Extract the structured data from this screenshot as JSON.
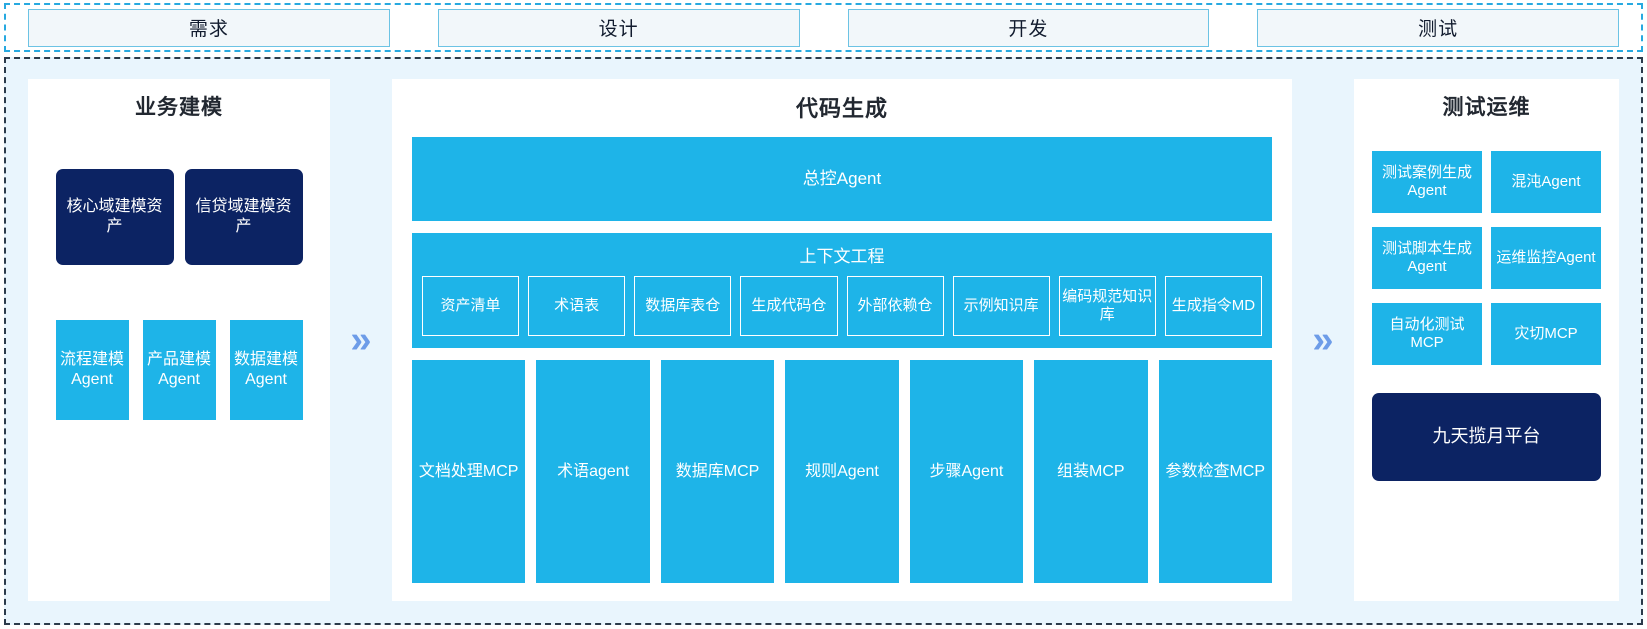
{
  "stages": {
    "tabs": [
      {
        "label": "需求"
      },
      {
        "label": "设计"
      },
      {
        "label": "开发"
      },
      {
        "label": "测试"
      }
    ]
  },
  "colors": {
    "cyan": "#1EB4E8",
    "navy": "#0C2363",
    "chevron": "#6D9CE8",
    "region_bg": "#E9F5FD",
    "tab_bg": "#F2F7FA",
    "tab_border": "#6CC3E4"
  },
  "chevrons": {
    "left_to_mid": "»",
    "mid_to_right": "»"
  },
  "business_modeling": {
    "title": "业务建模",
    "assets": [
      {
        "label": "核心域建模资产"
      },
      {
        "label": "信贷域建模资产"
      }
    ],
    "agents": [
      {
        "label": "流程建模Agent"
      },
      {
        "label": "产品建模Agent"
      },
      {
        "label": "数据建模Agent"
      }
    ]
  },
  "code_generation": {
    "title": "代码生成",
    "master_agent": "总控Agent",
    "context_engineering": {
      "title": "上下文工程",
      "items": [
        {
          "label": "资产清单"
        },
        {
          "label": "术语表"
        },
        {
          "label": "数据库表仓"
        },
        {
          "label": "生成代码仓"
        },
        {
          "label": "外部依赖仓"
        },
        {
          "label": "示例知识库"
        },
        {
          "label": "编码规范知识库"
        },
        {
          "label": "生成指令MD"
        }
      ]
    },
    "tools": [
      {
        "label": "文档处理MCP"
      },
      {
        "label": "术语agent"
      },
      {
        "label": "数据库MCP"
      },
      {
        "label": "规则Agent"
      },
      {
        "label": "步骤Agent"
      },
      {
        "label": "组装MCP"
      },
      {
        "label": "参数检查MCP"
      }
    ]
  },
  "test_ops": {
    "title": "测试运维",
    "items": [
      {
        "label": "测试案例生成Agent"
      },
      {
        "label": "混沌Agent"
      },
      {
        "label": "测试脚本生成Agent"
      },
      {
        "label": "运维监控Agent"
      },
      {
        "label": "自动化测试MCP"
      },
      {
        "label": "灾切MCP"
      }
    ],
    "platform": "九天揽月平台"
  }
}
